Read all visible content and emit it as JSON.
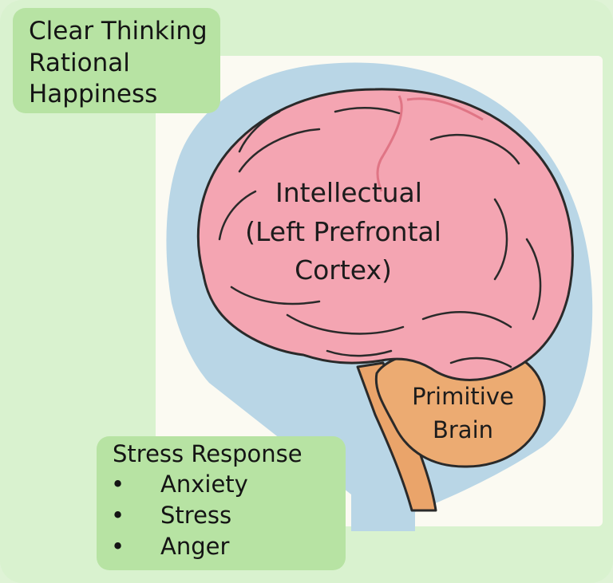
{
  "top_box": {
    "lines": [
      "Clear Thinking",
      "Rational",
      "Happiness"
    ]
  },
  "brain": {
    "cortex_label": [
      "Intellectual",
      "(Left Prefrontal",
      "Cortex)"
    ],
    "primitive_label": [
      "Primitive",
      "Brain"
    ]
  },
  "stress_box": {
    "heading": "Stress Response",
    "items": [
      "Anxiety",
      "Stress",
      "Anger"
    ],
    "bullet": "•"
  },
  "colors": {
    "background": "#d9f2cf",
    "label_box": "#b7e3a3",
    "inner_panel": "#fbfaf2",
    "head_outline": "#b9d6e6",
    "cortex_fill": "#f4a5b2",
    "cortex_stroke": "#2a2a2a",
    "primitive_fill": "#ecab72",
    "stem_fill": "#eaa46a",
    "vein": "#e07585"
  }
}
